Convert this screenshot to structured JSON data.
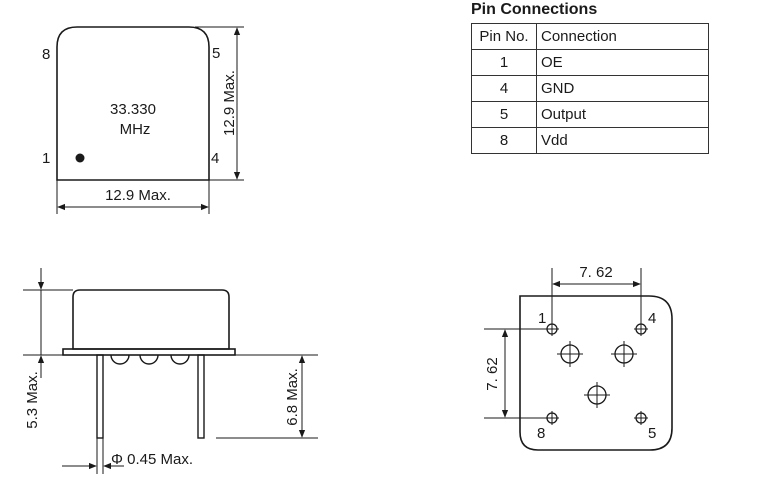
{
  "top_view": {
    "frequency_value": "33.330",
    "frequency_unit": "MHz",
    "pin_labels": {
      "tl": "8",
      "tr": "5",
      "bl": "1",
      "br": "4"
    },
    "width_dim": "12.9 Max.",
    "height_dim": "12.9 Max."
  },
  "side_view": {
    "height_dim": "5.3 Max.",
    "lead_dim": "6.8 Max.",
    "lead_diameter": "Φ 0.45 Max."
  },
  "bottom_view": {
    "spacing_x": "7. 62",
    "spacing_y": "7. 62",
    "pin_labels": {
      "tl": "1",
      "tr": "4",
      "bl": "8",
      "br": "5"
    }
  },
  "pin_table": {
    "title": "Pin Connections",
    "headers": [
      "Pin No.",
      "Connection"
    ],
    "rows": [
      {
        "pin": "1",
        "connection": "OE"
      },
      {
        "pin": "4",
        "connection": "GND"
      },
      {
        "pin": "5",
        "connection": "Output"
      },
      {
        "pin": "8",
        "connection": "Vdd"
      }
    ]
  }
}
